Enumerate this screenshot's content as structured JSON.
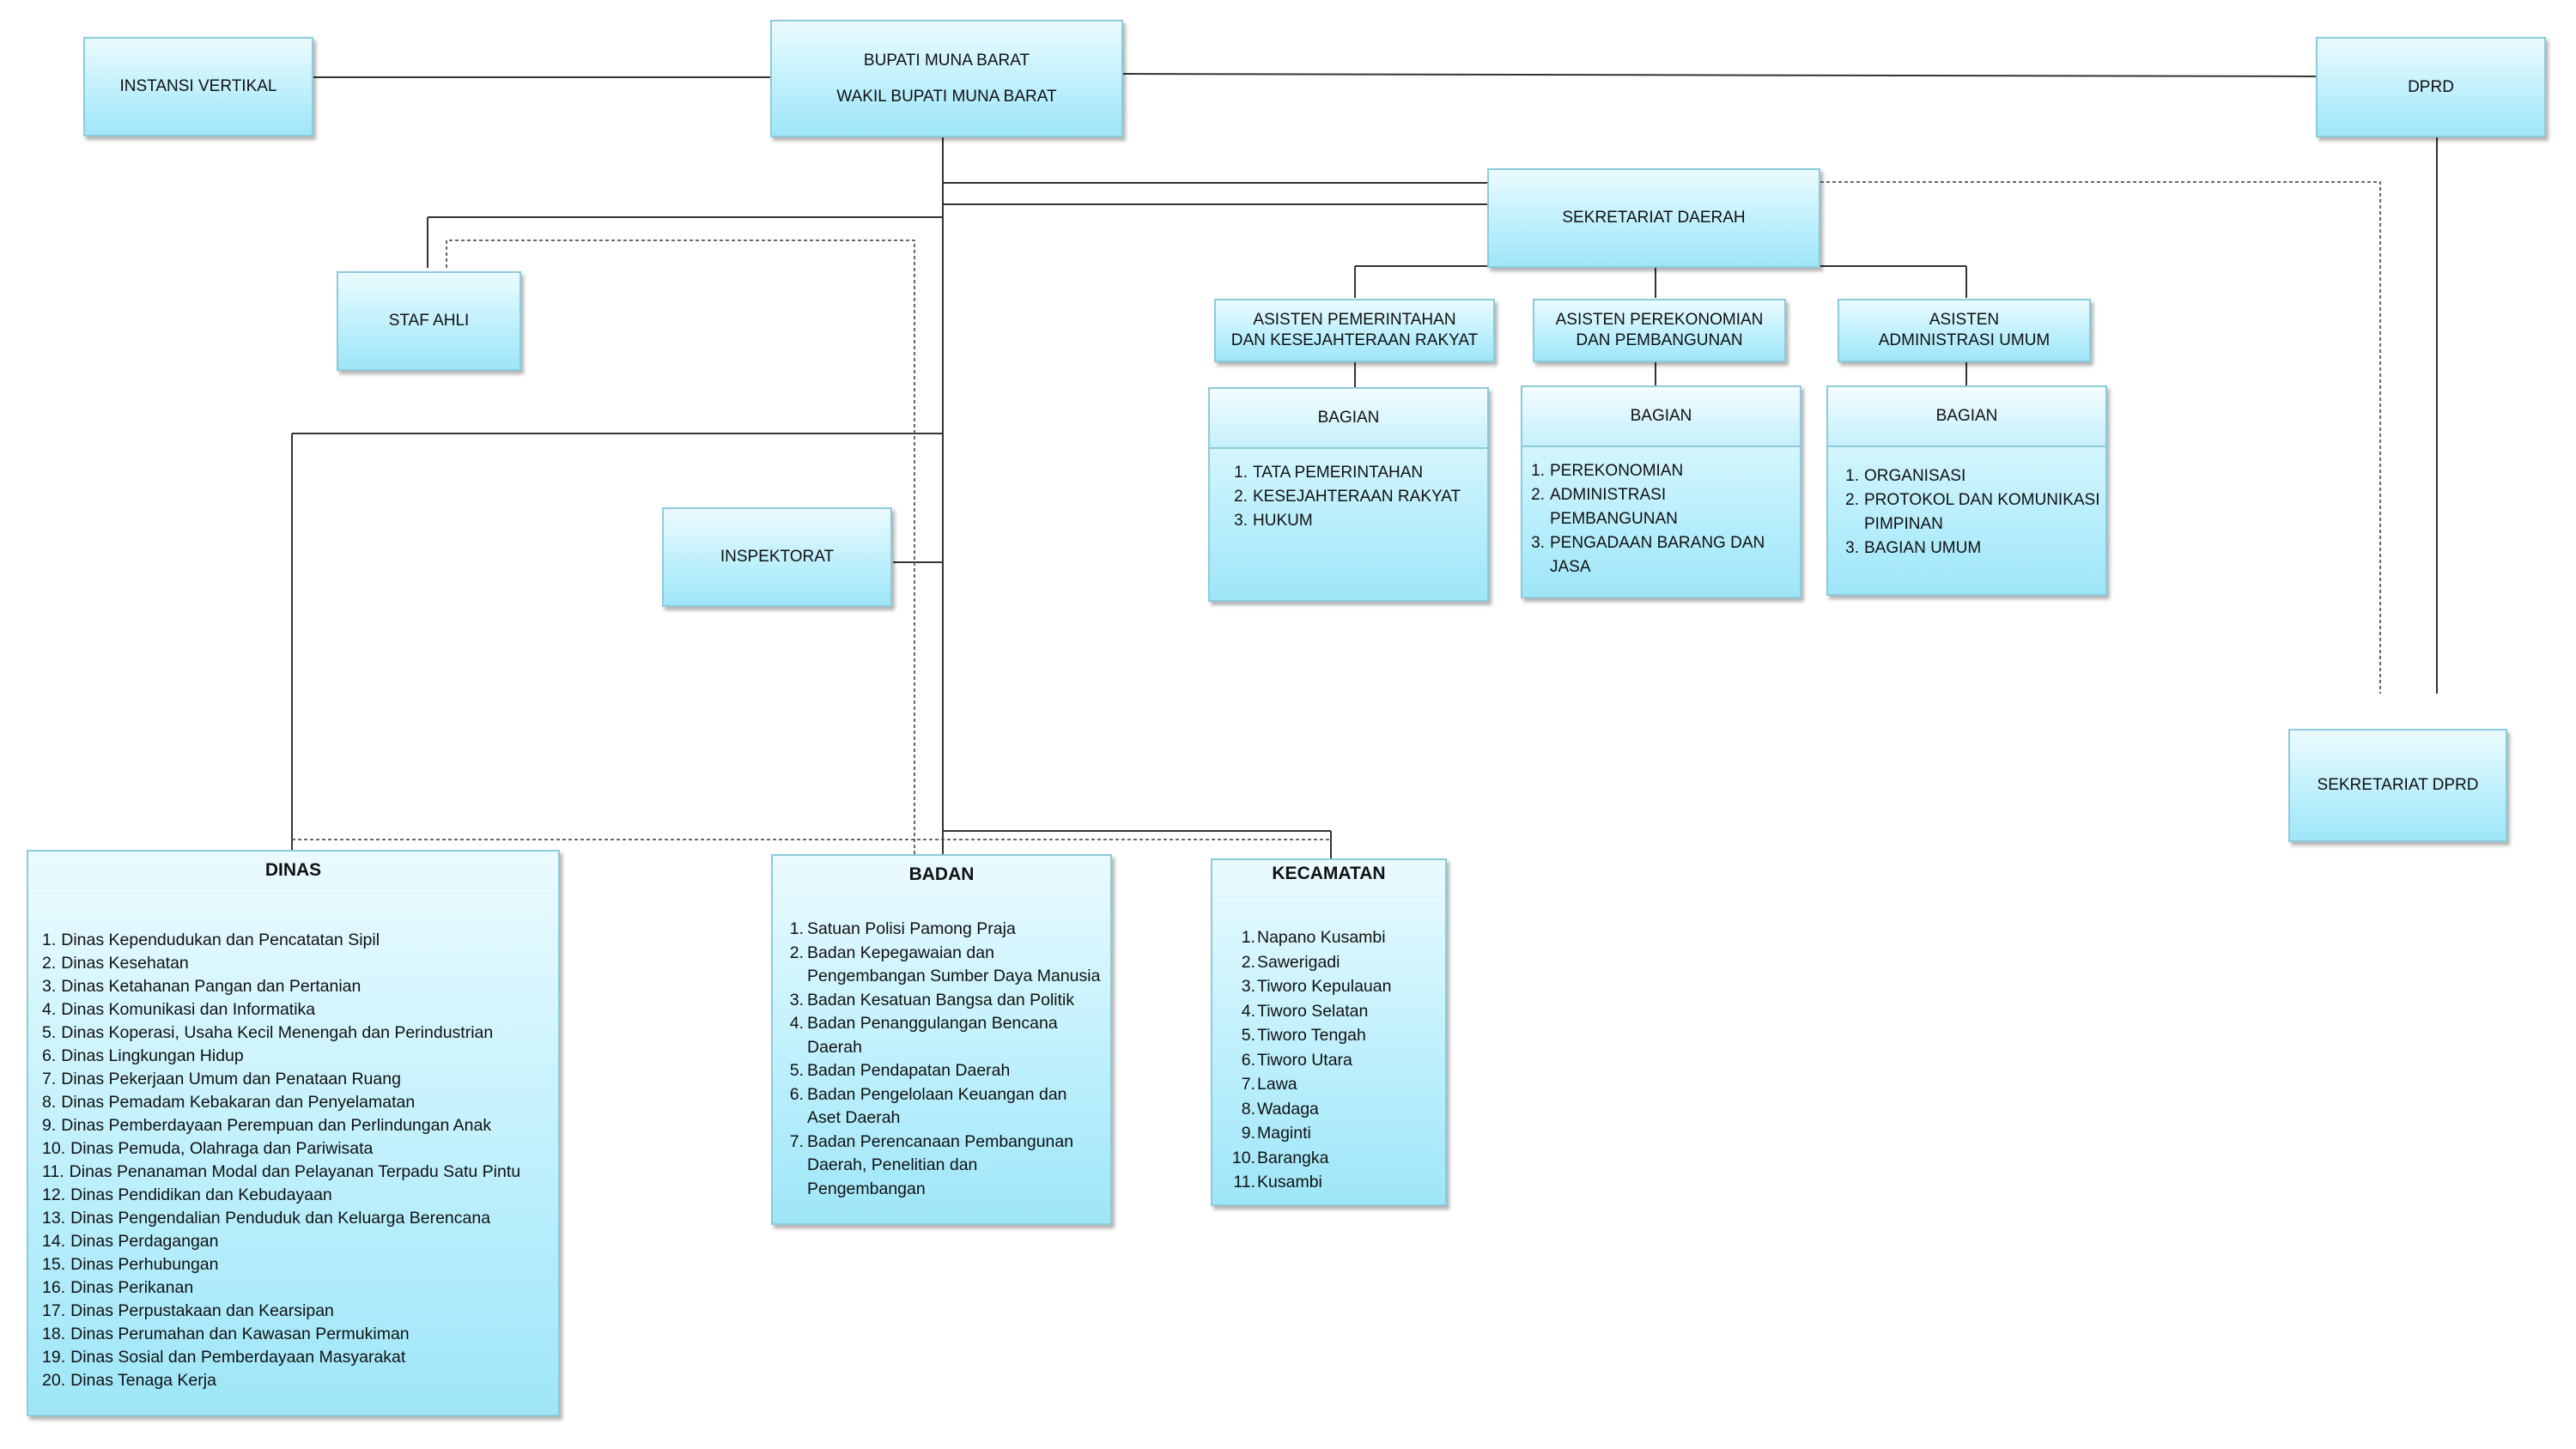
{
  "top": {
    "bupati": "BUPATI MUNA BARAT",
    "wakil": "WAKIL BUPATI MUNA BARAT",
    "instansi": "INSTANSI VERTIKAL",
    "dprd": "DPRD"
  },
  "sekda": "SEKRETARIAT DAERAH",
  "staf_ahli": "STAF AHLI",
  "inspektorat": "INSPEKTORAT",
  "sekretariat_dprd": "SEKRETARIAT DPRD",
  "asisten": [
    {
      "line1": "ASISTEN PEMERINTAHAN",
      "line2": "DAN KESEJAHTERAAN RAKYAT",
      "bagian_title": "BAGIAN",
      "items": [
        {
          "n": "1.",
          "t": "TATA PEMERINTAHAN"
        },
        {
          "n": "2.",
          "t": "KESEJAHTERAAN RAKYAT"
        },
        {
          "n": "3.",
          "t": "HUKUM"
        }
      ]
    },
    {
      "line1": "ASISTEN PEREKONOMIAN",
      "line2": "DAN PEMBANGUNAN",
      "bagian_title": "BAGIAN",
      "items": [
        {
          "n": "1.",
          "t": "PEREKONOMIAN"
        },
        {
          "n": "2.",
          "t": "ADMINISTRASI PEMBANGUNAN"
        },
        {
          "n": "3.",
          "t": "PENGADAAN BARANG DAN JASA"
        }
      ]
    },
    {
      "line1": "ASISTEN",
      "line2": "ADMINISTRASI UMUM",
      "bagian_title": "BAGIAN",
      "items": [
        {
          "n": "1.",
          "t": "ORGANISASI"
        },
        {
          "n": "2.",
          "t": "PROTOKOL DAN KOMUNIKASI PIMPINAN"
        },
        {
          "n": "3.",
          "t": "BAGIAN UMUM"
        }
      ]
    }
  ],
  "dinas": {
    "title": "DINAS",
    "items": [
      {
        "n": "1.",
        "t": "Dinas Kependudukan dan Pencatatan Sipil"
      },
      {
        "n": "2.",
        "t": "Dinas Kesehatan"
      },
      {
        "n": "3.",
        "t": "Dinas Ketahanan Pangan dan Pertanian"
      },
      {
        "n": "4.",
        "t": "Dinas Komunikasi dan Informatika"
      },
      {
        "n": "5.",
        "t": "Dinas Koperasi, Usaha Kecil Menengah dan Perindustrian"
      },
      {
        "n": "6.",
        "t": "Dinas Lingkungan Hidup"
      },
      {
        "n": "7.",
        "t": "Dinas Pekerjaan Umum dan Penataan Ruang"
      },
      {
        "n": "8.",
        "t": "Dinas Pemadam Kebakaran dan Penyelamatan"
      },
      {
        "n": "9.",
        "t": "Dinas Pemberdayaan Perempuan dan Perlindungan Anak"
      },
      {
        "n": "10.",
        "t": "Dinas Pemuda, Olahraga dan Pariwisata"
      },
      {
        "n": "11.",
        "t": "Dinas Penanaman Modal dan Pelayanan Terpadu Satu Pintu"
      },
      {
        "n": "12.",
        "t": "Dinas Pendidikan dan Kebudayaan"
      },
      {
        "n": "13.",
        "t": "Dinas Pengendalian Penduduk dan Keluarga Berencana"
      },
      {
        "n": "14.",
        "t": "Dinas Perdagangan"
      },
      {
        "n": "15.",
        "t": "Dinas Perhubungan"
      },
      {
        "n": "16.",
        "t": "Dinas Perikanan"
      },
      {
        "n": "17.",
        "t": "Dinas Perpustakaan dan Kearsipan"
      },
      {
        "n": "18.",
        "t": "Dinas Perumahan dan Kawasan Permukiman"
      },
      {
        "n": "19.",
        "t": "Dinas Sosial dan Pemberdayaan Masyarakat"
      },
      {
        "n": "20.",
        "t": "Dinas Tenaga Kerja"
      }
    ]
  },
  "badan": {
    "title": "BADAN",
    "items": [
      {
        "n": "1.",
        "lines": [
          "Satuan Polisi Pamong Praja"
        ]
      },
      {
        "n": "2.",
        "lines": [
          "Badan Kepegawaian dan",
          "Pengembangan Sumber Daya Manusia"
        ]
      },
      {
        "n": "3.",
        "lines": [
          "Badan Kesatuan Bangsa dan Politik"
        ]
      },
      {
        "n": "4.",
        "lines": [
          "Badan Penanggulangan Bencana",
          "Daerah"
        ]
      },
      {
        "n": "5.",
        "lines": [
          "Badan Pendapatan Daerah"
        ]
      },
      {
        "n": "6.",
        "lines": [
          "Badan Pengelolaan Keuangan dan",
          "Aset Daerah"
        ]
      },
      {
        "n": "7.",
        "lines": [
          "Badan Perencanaan Pembangunan",
          "Daerah, Penelitian dan",
          "Pengembangan"
        ]
      }
    ]
  },
  "kecamatan": {
    "title": "KECAMATAN",
    "items": [
      {
        "n": "1.",
        "t": "Napano Kusambi"
      },
      {
        "n": "2.",
        "t": "Sawerigadi"
      },
      {
        "n": "3.",
        "t": "Tiworo Kepulauan"
      },
      {
        "n": "4.",
        "t": "Tiworo Selatan"
      },
      {
        "n": "5.",
        "t": "Tiworo Tengah"
      },
      {
        "n": "6.",
        "t": "Tiworo Utara"
      },
      {
        "n": "7.",
        "t": "Lawa"
      },
      {
        "n": "8.",
        "t": "Wadaga"
      },
      {
        "n": "9.",
        "t": "Maginti"
      },
      {
        "n": "10.",
        "t": "Barangka"
      },
      {
        "n": "11.",
        "t": "Kusambi"
      }
    ]
  }
}
